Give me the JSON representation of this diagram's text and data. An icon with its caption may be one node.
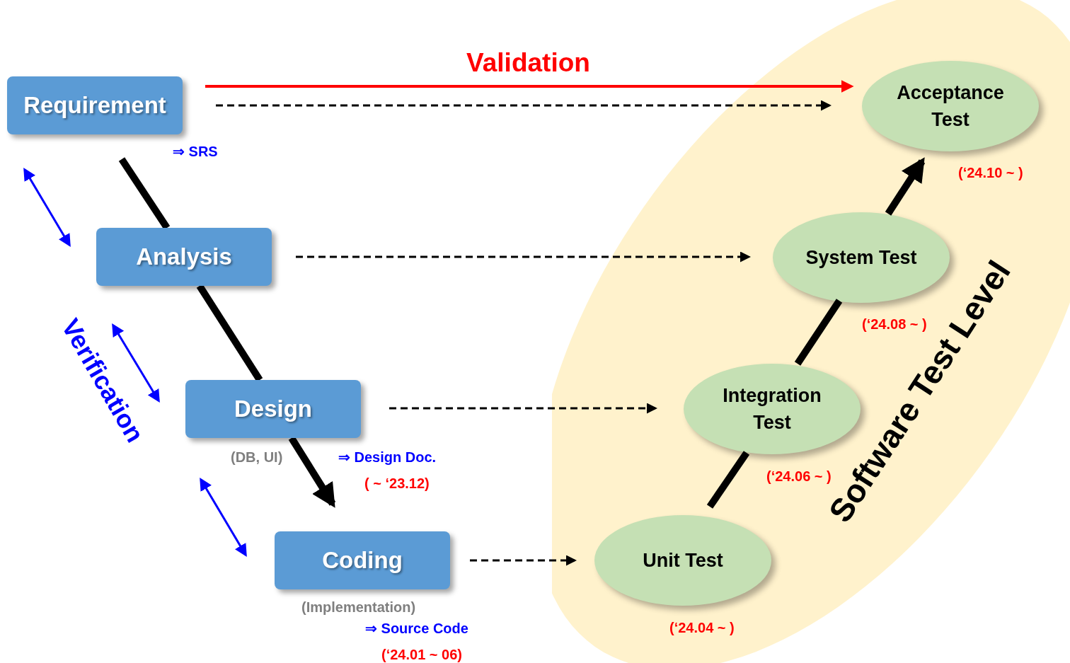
{
  "diagram": {
    "nodes": [
      {
        "text": [
          "Requirement"
        ],
        "beside": [
          "⇒ SRS"
        ]
      },
      {
        "text": [
          "Analysis"
        ]
      },
      {
        "text": [
          "Design"
        ],
        "beside": [
          "(DB, UI)",
          "⇒ Design Doc.",
          "( ~ ‘23.12)"
        ]
      },
      {
        "text": [
          "Coding"
        ],
        "beside": [
          "(Implementation)",
          "⇒ Source Code",
          "(‘24.01 ~ 06)"
        ]
      },
      {
        "text": [
          "Software Test Level"
        ]
      },
      {
        "text": [
          "Acceptance Test"
        ],
        "in": 4,
        "beside": [
          "(‘24.10 ~ )"
        ]
      },
      {
        "text": [
          "System Test"
        ],
        "in": 4,
        "beside": [
          "(‘24.08 ~ )"
        ]
      },
      {
        "text": [
          "Integration Test"
        ],
        "in": 4,
        "beside": [
          "(‘24.06 ~ )"
        ]
      },
      {
        "text": [
          "Unit Test"
        ],
        "in": 4,
        "beside": [
          "(‘24.04 ~ )"
        ]
      }
    ],
    "edges": [
      {
        "from": 0,
        "to": 5,
        "arrow": "to",
        "label": "Validation",
        "color": "#ff0000"
      },
      {
        "from": 0,
        "to": 5,
        "arrow": "to",
        "style": "dashed"
      },
      {
        "from": 1,
        "to": 6,
        "arrow": "to",
        "style": "dashed"
      },
      {
        "from": 2,
        "to": 7,
        "arrow": "to",
        "style": "dashed"
      },
      {
        "from": 3,
        "to": 8,
        "arrow": "to",
        "style": "dashed"
      },
      {
        "from": 0,
        "to": 1,
        "arrow": "none",
        "style": "thick"
      },
      {
        "from": 1,
        "to": 2,
        "arrow": "none",
        "style": "thick"
      },
      {
        "from": 2,
        "to": 3,
        "arrow": "to",
        "style": "thick"
      },
      {
        "from": 8,
        "to": 7,
        "arrow": "none",
        "style": "thick"
      },
      {
        "from": 7,
        "to": 6,
        "arrow": "none",
        "style": "thick"
      },
      {
        "from": 6,
        "to": 5,
        "arrow": "to",
        "style": "thick"
      },
      {
        "from": 0,
        "to": 1,
        "arrow": "both",
        "color": "#0000ff"
      },
      {
        "from": 1,
        "to": 2,
        "arrow": "both",
        "color": "#0000ff"
      },
      {
        "from": 2,
        "to": 3,
        "arrow": "both",
        "color": "#0000ff"
      }
    ],
    "labels": [
      "Verification"
    ]
  }
}
